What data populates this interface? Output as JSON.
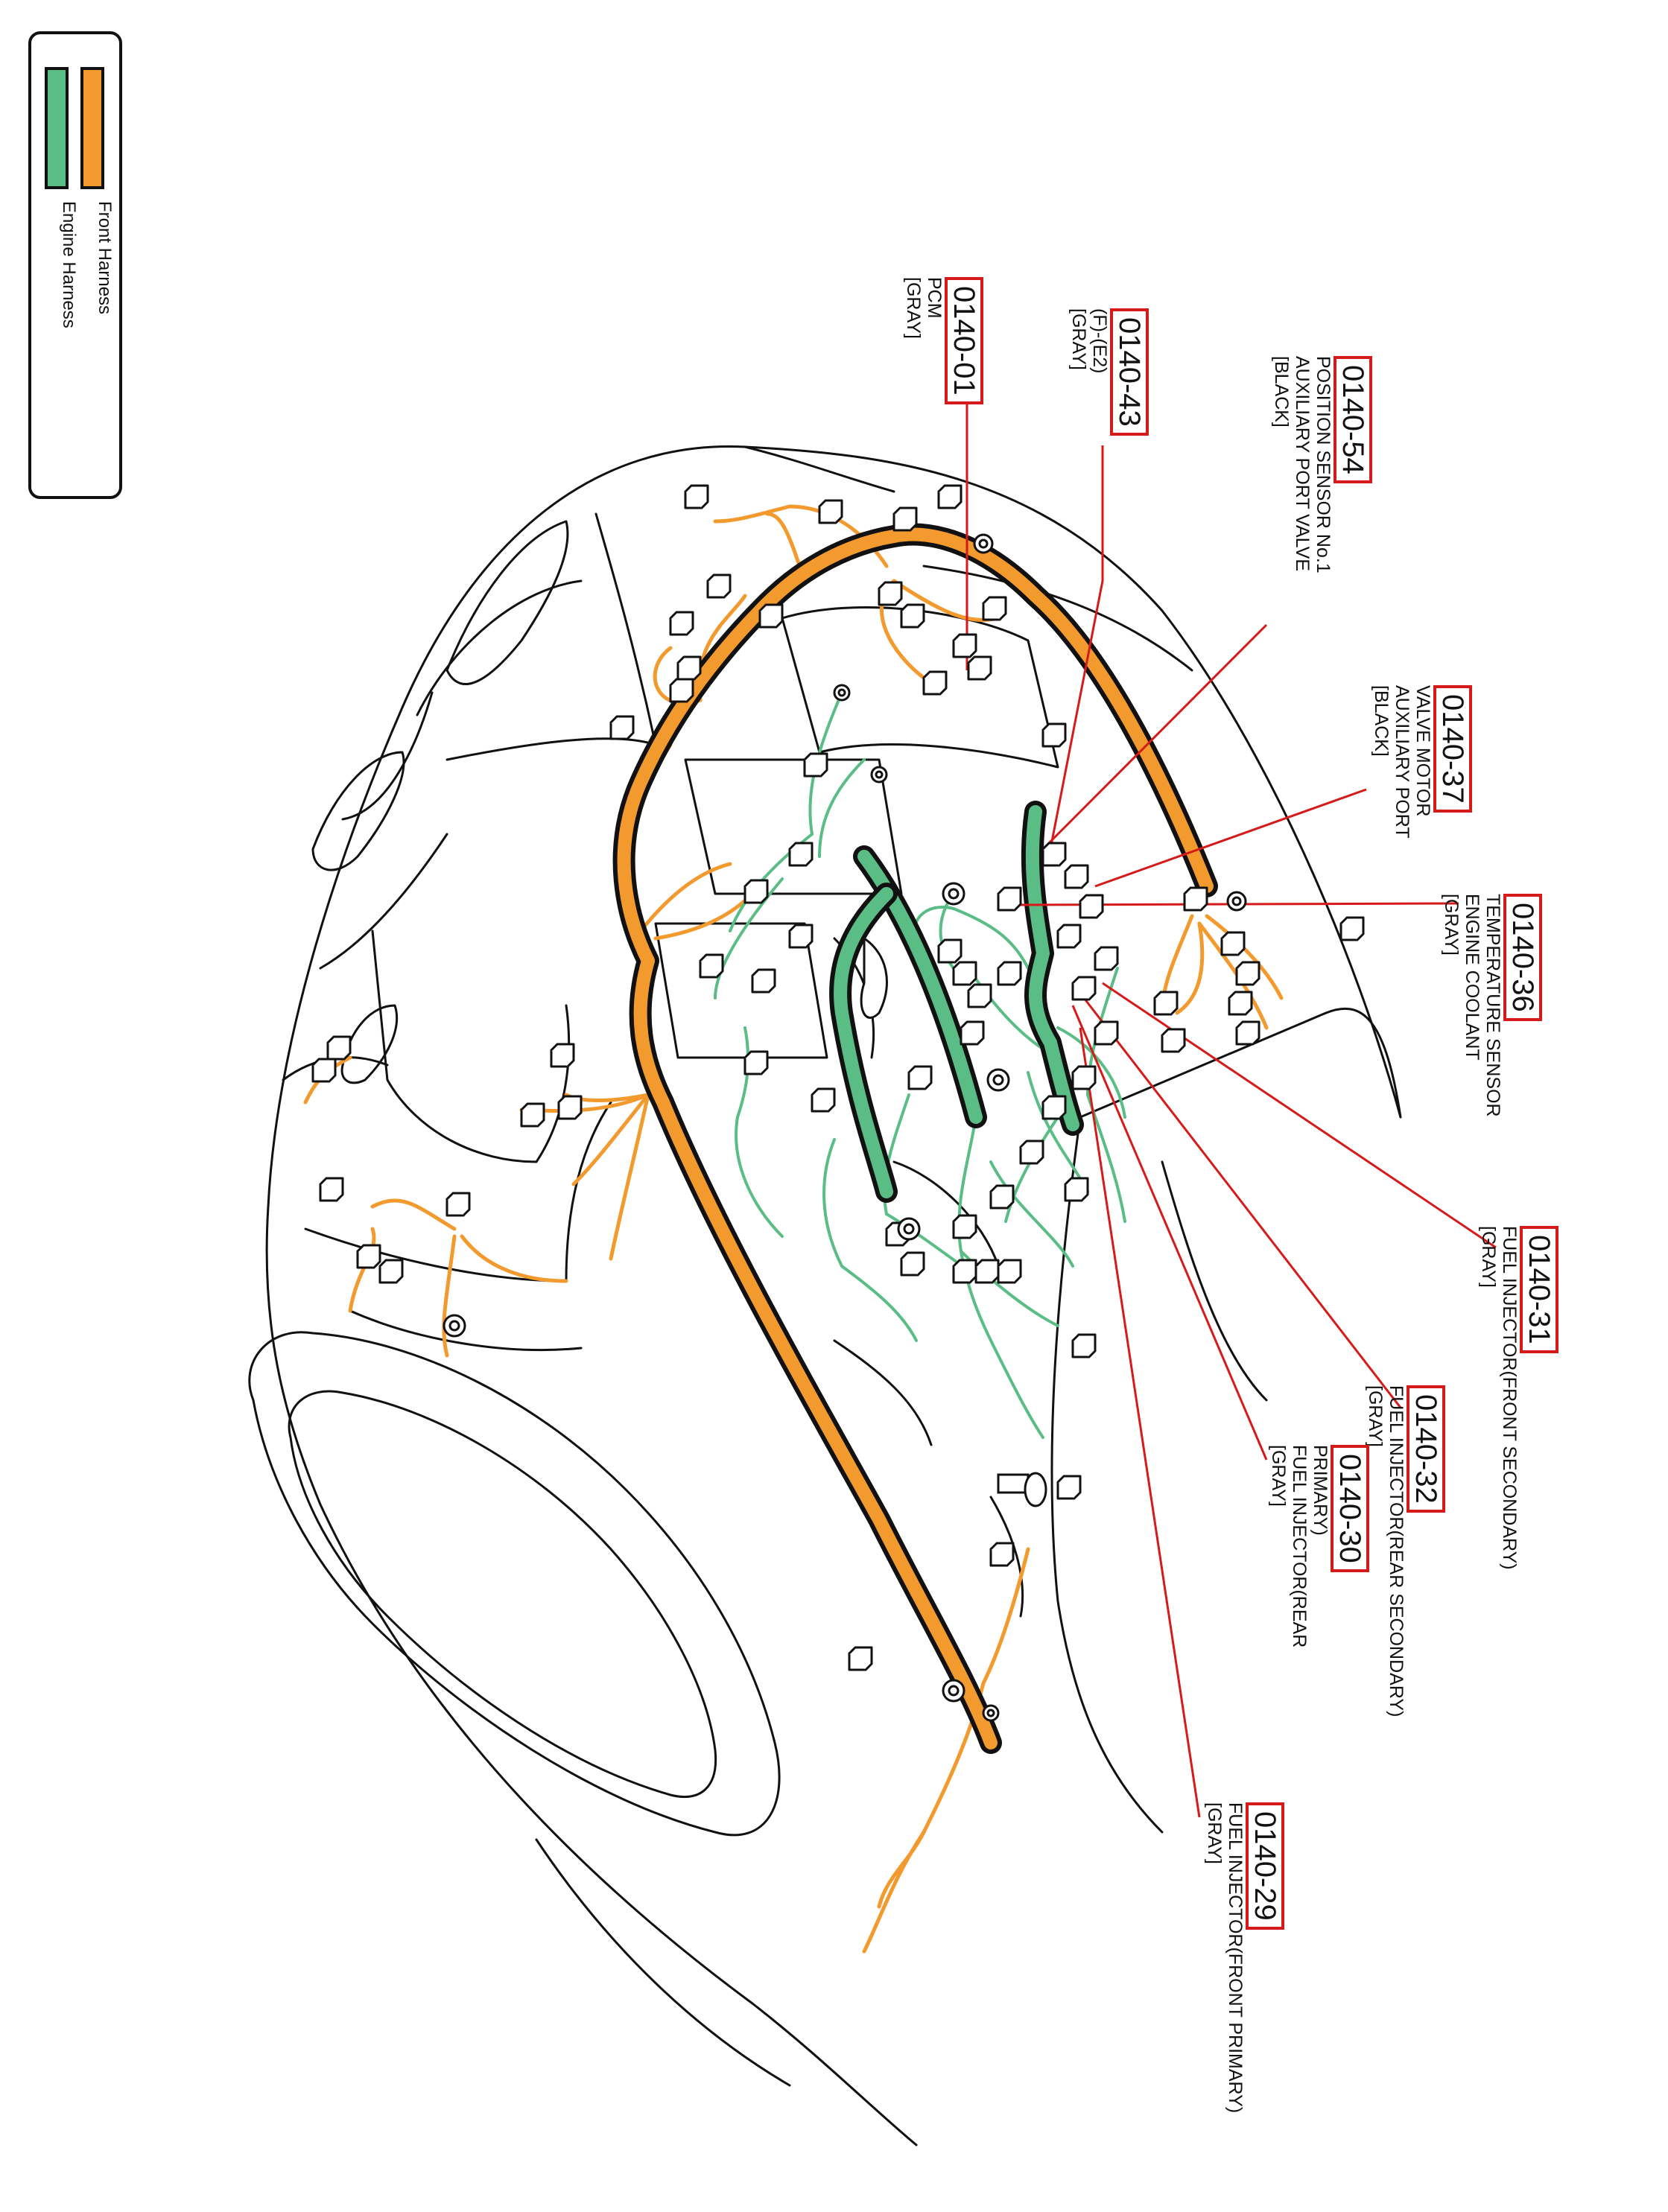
{
  "legend": {
    "items": [
      {
        "label": "Front Harness",
        "color": "#f39a2e"
      },
      {
        "label": "Engine Harness",
        "color": "#5bbd86"
      }
    ]
  },
  "colors": {
    "front_harness": "#f39a2e",
    "engine_harness": "#5bbd86",
    "leader_line": "#d61a1a",
    "outline": "#111111"
  },
  "callouts": [
    {
      "id": "pcm",
      "code": "0140-01",
      "lines": [
        "[GRAY]",
        "PCM"
      ]
    },
    {
      "id": "f-e2",
      "code": "0140-43",
      "lines": [
        "[GRAY]",
        "(F)-(E2)"
      ]
    },
    {
      "id": "apv-pos",
      "code": "0140-54",
      "lines": [
        "[BLACK]",
        "AUXILIARY PORT VALVE",
        "POSITION SENSOR No.1"
      ]
    },
    {
      "id": "apv-motor",
      "code": "0140-37",
      "lines": [
        "[BLACK]",
        "AUXILIARY PORT",
        "VALVE MOTOR"
      ]
    },
    {
      "id": "ect",
      "code": "0140-36",
      "lines": [
        "[GRAY]",
        "ENGINE COOLANT",
        "TEMPERATURE SENSOR"
      ]
    },
    {
      "id": "inj-fs",
      "code": "0140-31",
      "lines": [
        "[GRAY]",
        "FUEL INJECTOR(FRONT SECONDARY)"
      ]
    },
    {
      "id": "inj-rs",
      "code": "0140-32",
      "lines": [
        "[GRAY]",
        "FUEL INJECTOR(REAR SECONDARY)"
      ]
    },
    {
      "id": "inj-rp",
      "code": "0140-30",
      "lines": [
        "[GRAY]",
        "FUEL INJECTOR(REAR",
        "PRIMARY)"
      ]
    },
    {
      "id": "inj-fp",
      "code": "0140-29",
      "lines": [
        "[GRAY]",
        "FUEL INJECTOR(FRONT PRIMARY)"
      ]
    }
  ]
}
